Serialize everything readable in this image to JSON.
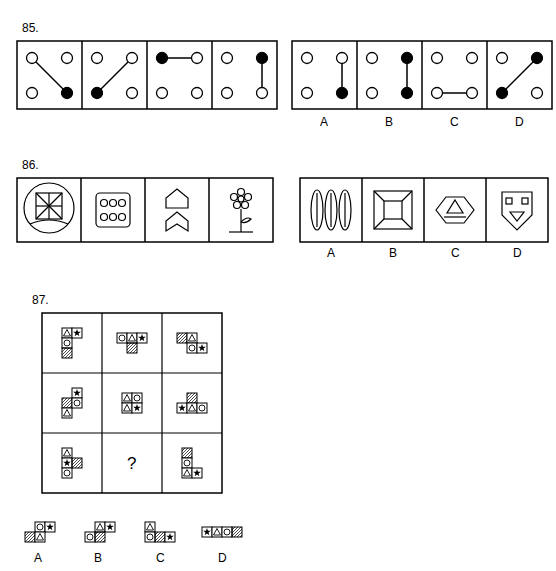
{
  "diagram": {
    "labels": [
      "85.",
      "A",
      "B",
      "C",
      "D",
      "86.",
      "A",
      "B",
      "C",
      "D",
      "87.",
      "?",
      "A",
      "B",
      "C",
      "D"
    ]
  }
}
